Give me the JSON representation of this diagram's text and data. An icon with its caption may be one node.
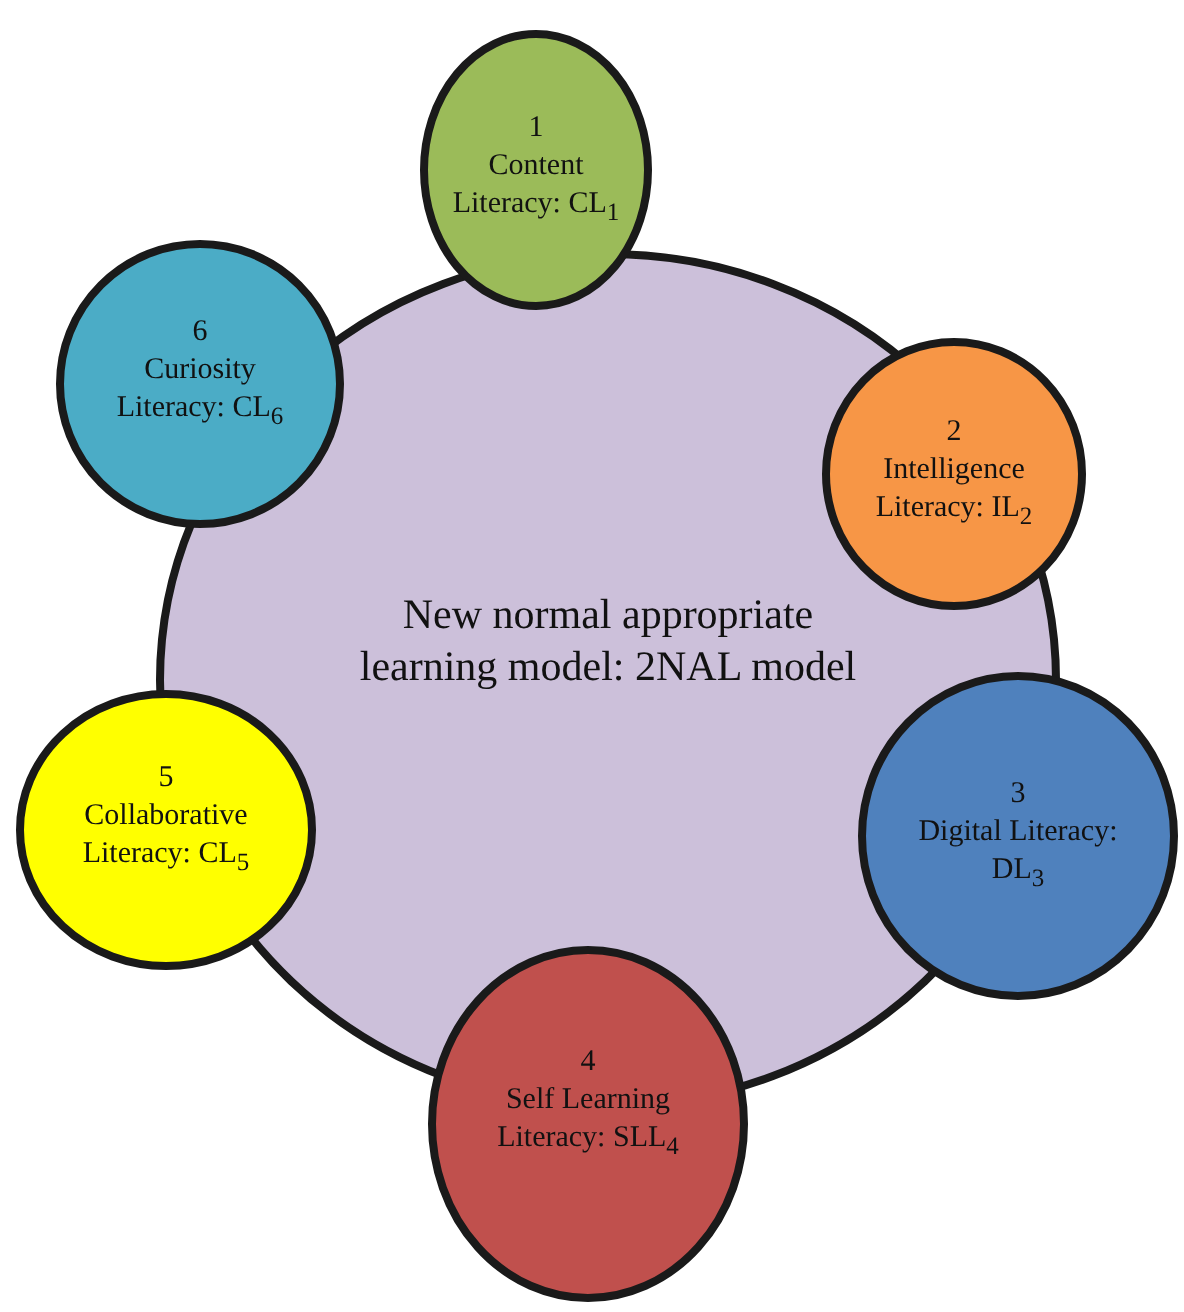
{
  "diagram": {
    "nodes": [
      {
        "text": [
          "New normal appropriate learning model: 2NAL model"
        ]
      },
      {
        "text": [
          "1",
          "Content Literacy: CL$_{1}$"
        ]
      },
      {
        "text": [
          "2",
          "Intelligence Literacy: IL$_{2}$"
        ]
      },
      {
        "text": [
          "3",
          "Digital Literacy: DL$_{3}$"
        ]
      },
      {
        "text": [
          "4",
          "Self Learning Literacy: SLL$_{4}$"
        ]
      },
      {
        "text": [
          "5",
          "Collaborative Literacy: CL$_{5}$"
        ]
      },
      {
        "text": [
          "6",
          "Curiosity Literacy: CL$_{6}$"
        ]
      }
    ]
  }
}
